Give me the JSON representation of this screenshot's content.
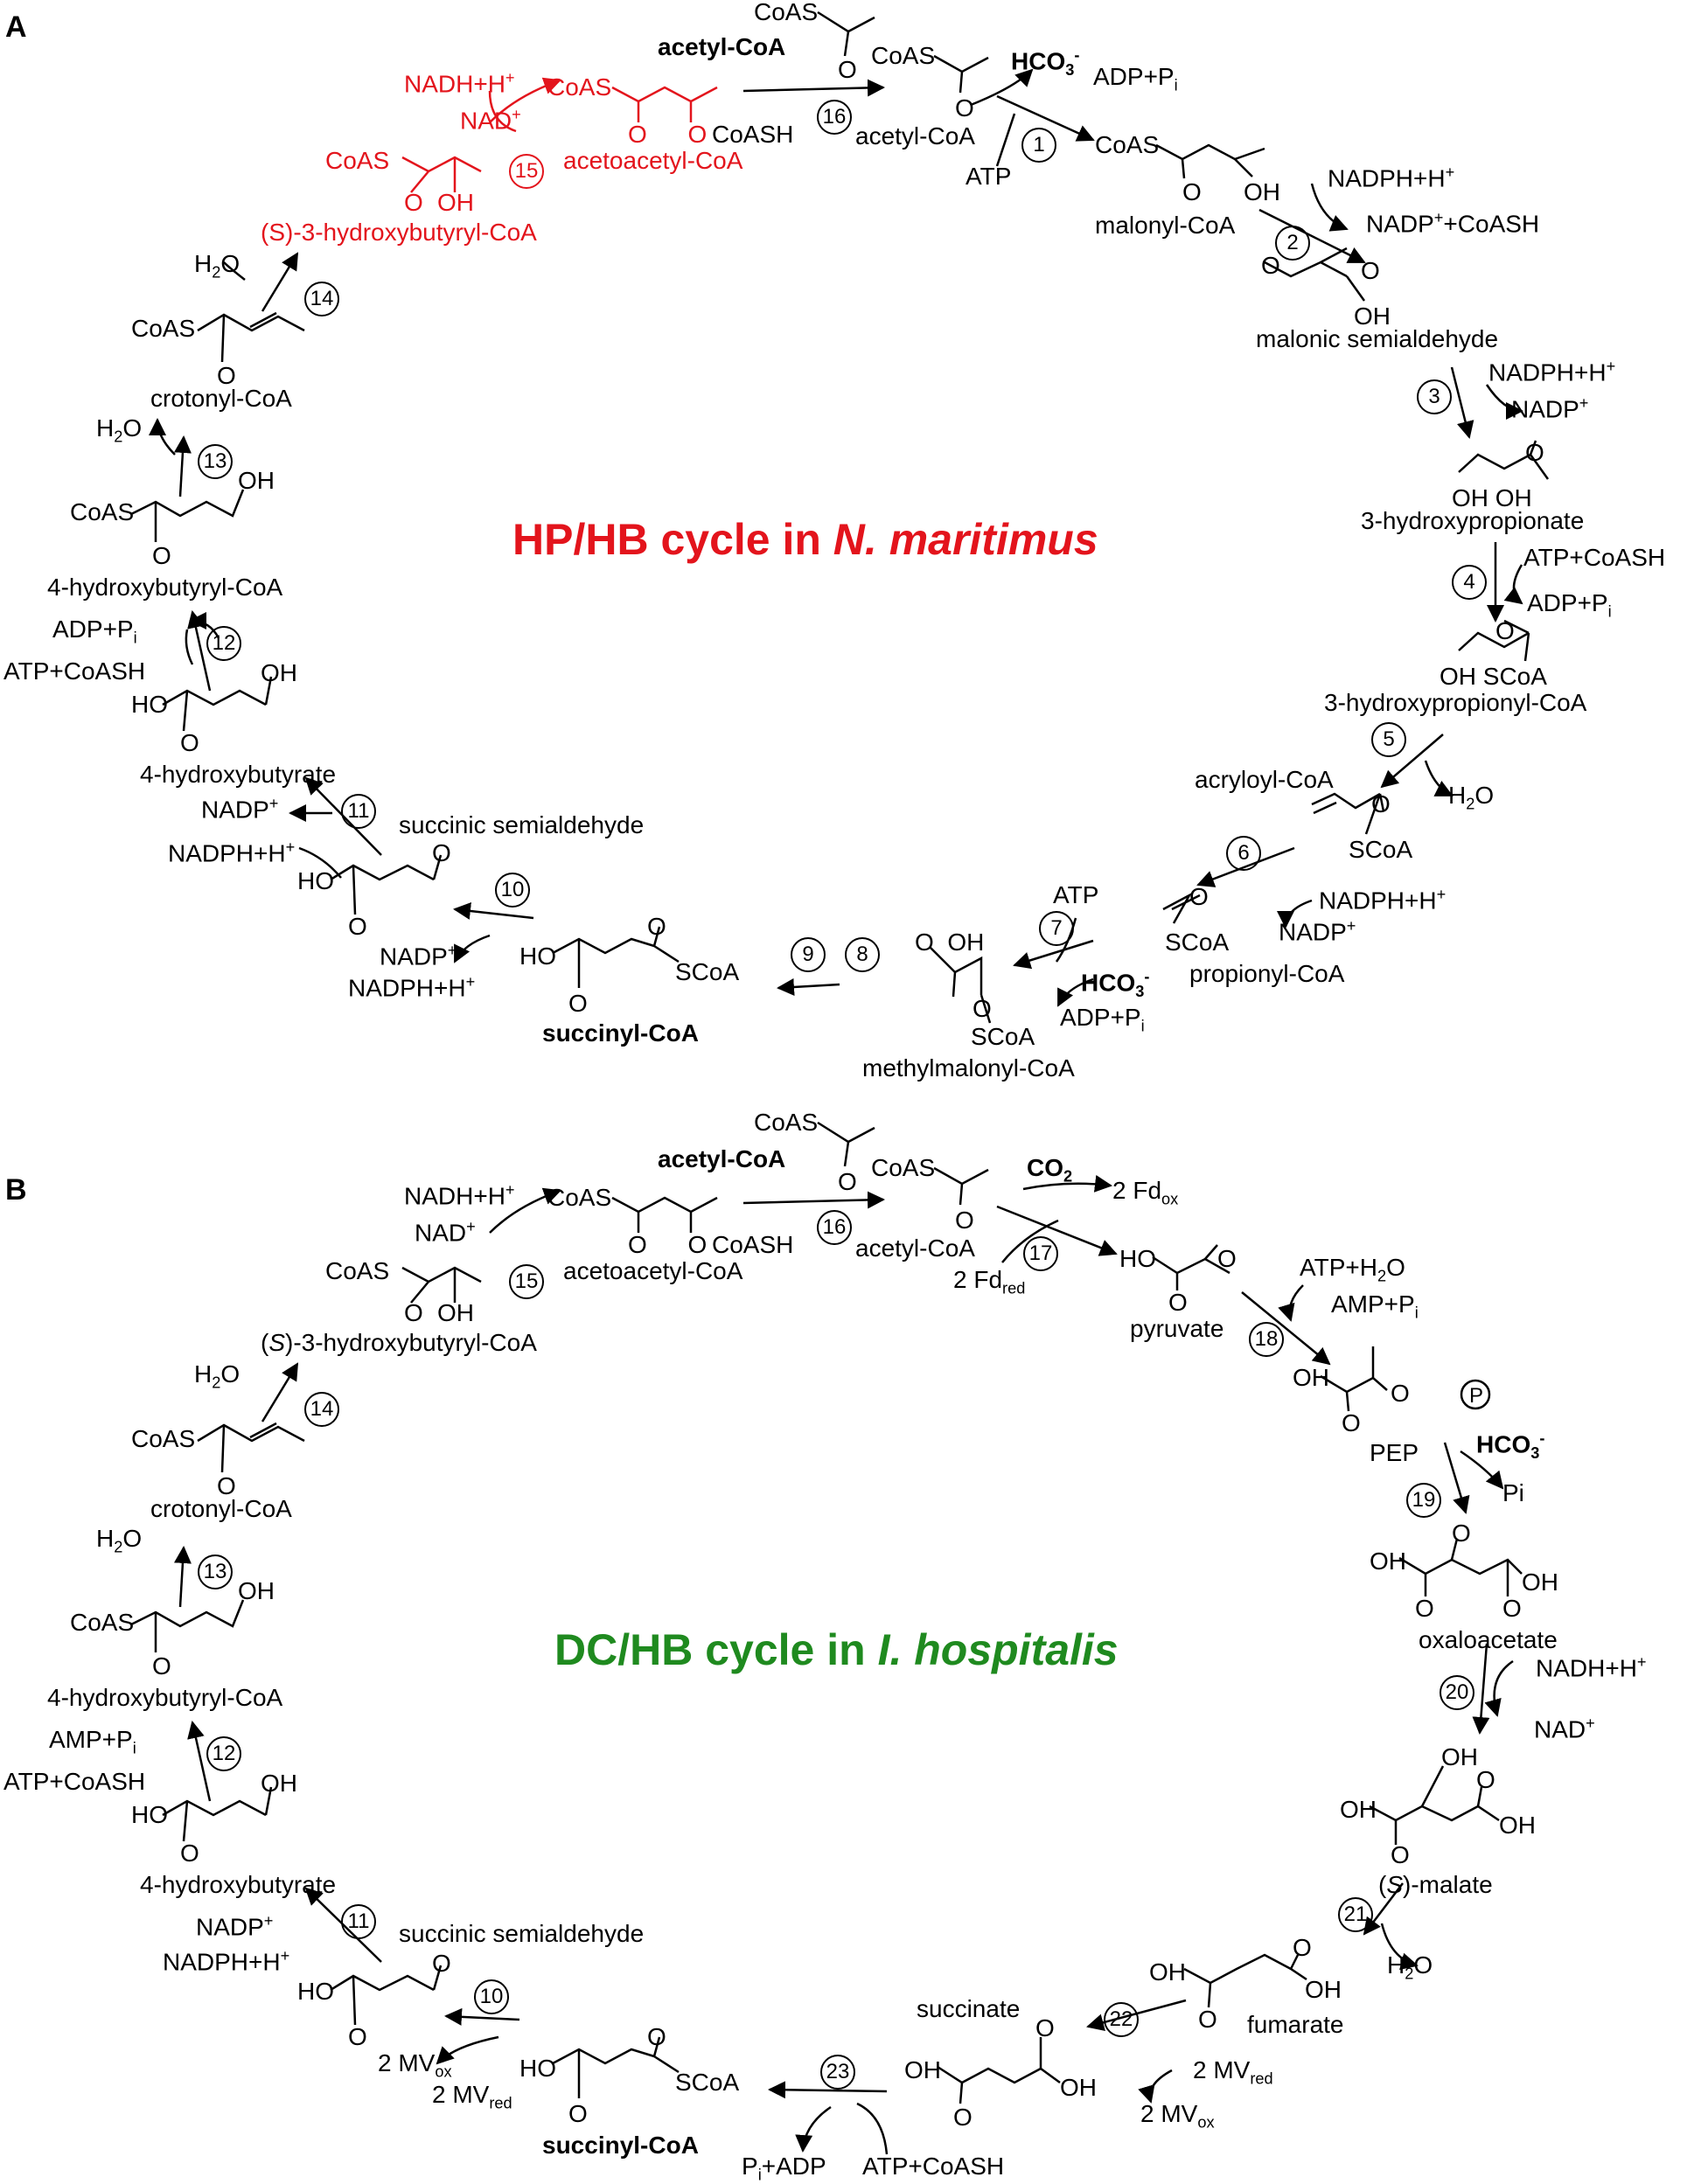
{
  "colors": {
    "hp_hb": "#e3141c",
    "dc_hb": "#1f8a1f",
    "text": "#000000"
  },
  "panel_a": {
    "letter": "A",
    "title": "HP/HB cycle in ",
    "title_organism": "N. maritimus",
    "compounds": {
      "acetyl_coa_bold": "acetyl-CoA",
      "acetyl_coa": "acetyl-CoA",
      "malonyl_coa": "malonyl-CoA",
      "malonic_semialdehyde": "malonic semialdehyde",
      "hydroxypropionate": "3-hydroxypropionate",
      "hydroxypropionyl_coa": "3-hydroxypropionyl-CoA",
      "acryloyl_coa": "acryloyl-CoA",
      "propionyl_coa": "propionyl-CoA",
      "methylmalonyl_coa": "methylmalonyl-CoA",
      "succinyl_coa": "succinyl-CoA",
      "succinic_semialdehyde": "succinic semialdehyde",
      "hydroxybutyrate": "4-hydroxybutyrate",
      "hydroxybutyryl_coa": "4-hydroxybutyryl-CoA",
      "crotonyl_coa": "crotonyl-CoA",
      "s3_hydroxybutyryl_coa": "(S)-3-hydroxybutyryl-CoA",
      "acetoacetyl_coa": "acetoacetyl-CoA"
    },
    "cofactors": {
      "hco3_1": "HCO3-",
      "adp_pi_1": "ADP+Pi",
      "atp_1": "ATP",
      "coash_16": "CoASH",
      "nadph_2": "NADPH+H+",
      "nadp_coash_2": "NADP++CoASH",
      "nadph_3": "NADPH+H+",
      "nadp_3": "NADP+",
      "atp_coash_4": "ATP+CoASH",
      "adp_pi_4": "ADP+Pi",
      "h2o_5": "H2O",
      "nadph_6": "NADPH+H+",
      "nadp_6": "NADP+",
      "atp_7": "ATP",
      "hco3_7": "HCO3-",
      "adp_pi_7": "ADP+Pi",
      "nadp_10": "NADP+",
      "nadph_10": "NADPH+H+",
      "nadp_11": "NADP+",
      "nadph_11": "NADPH+H+",
      "adp_pi_12": "ADP+Pi",
      "atp_coash_12": "ATP+CoASH",
      "h2o_13": "H2O",
      "h2o_14": "H2O",
      "nadh_15": "NADH+H+",
      "nad_15": "NAD+"
    },
    "steps": [
      "1",
      "2",
      "3",
      "4",
      "5",
      "6",
      "7",
      "8",
      "9",
      "10",
      "11",
      "12",
      "13",
      "14",
      "15",
      "16"
    ]
  },
  "panel_b": {
    "letter": "B",
    "title": "DC/HB cycle in ",
    "title_organism": "I. hospitalis",
    "compounds": {
      "acetyl_coa_bold": "acetyl-CoA",
      "acetyl_coa": "acetyl-CoA",
      "pyruvate": "pyruvate",
      "pep": "PEP",
      "oxaloacetate": "oxaloacetate",
      "s_malate": "(S)-malate",
      "fumarate": "fumarate",
      "succinate": "succinate",
      "succinyl_coa": "succinyl-CoA",
      "succinic_semialdehyde": "succinic semialdehyde",
      "hydroxybutyrate": "4-hydroxybutyrate",
      "hydroxybutyryl_coa": "4-hydroxybutyryl-CoA",
      "crotonyl_coa": "crotonyl-CoA",
      "s3_hydroxybutyryl_coa": "(S)-3-hydroxybutyryl-CoA",
      "acetoacetyl_coa": "acetoacetyl-CoA"
    },
    "cofactors": {
      "co2_17": "CO2",
      "fdox_17": "2 Fdox",
      "fdred_17": "2 Fdred",
      "coash_16": "CoASH",
      "atp_h2o_18": "ATP+H2O",
      "amp_pi_18": "AMP+Pi",
      "hco3_19": "HCO3-",
      "pi_19": "Pi",
      "nadh_20": "NADH+H+",
      "nad_20": "NAD+",
      "h2o_21": "H2O",
      "mvred_22": "2 MVred",
      "mvox_22": "2 MVox",
      "atp_coash_23": "ATP+CoASH",
      "pi_adp_23": "Pi+ADP",
      "mvox_10": "2 MVox",
      "mvred_10": "2 MVred",
      "nadp_11": "NADP+",
      "nadph_11": "NADPH+H+",
      "amp_pi_12": "AMP+Pi",
      "atp_coash_12": "ATP+CoASH",
      "h2o_13": "H2O",
      "h2o_14": "H2O",
      "nadh_15": "NADH+H+",
      "nad_15": "NAD+"
    },
    "steps": [
      "10",
      "11",
      "12",
      "13",
      "14",
      "15",
      "16",
      "17",
      "18",
      "19",
      "20",
      "21",
      "22",
      "23"
    ]
  }
}
